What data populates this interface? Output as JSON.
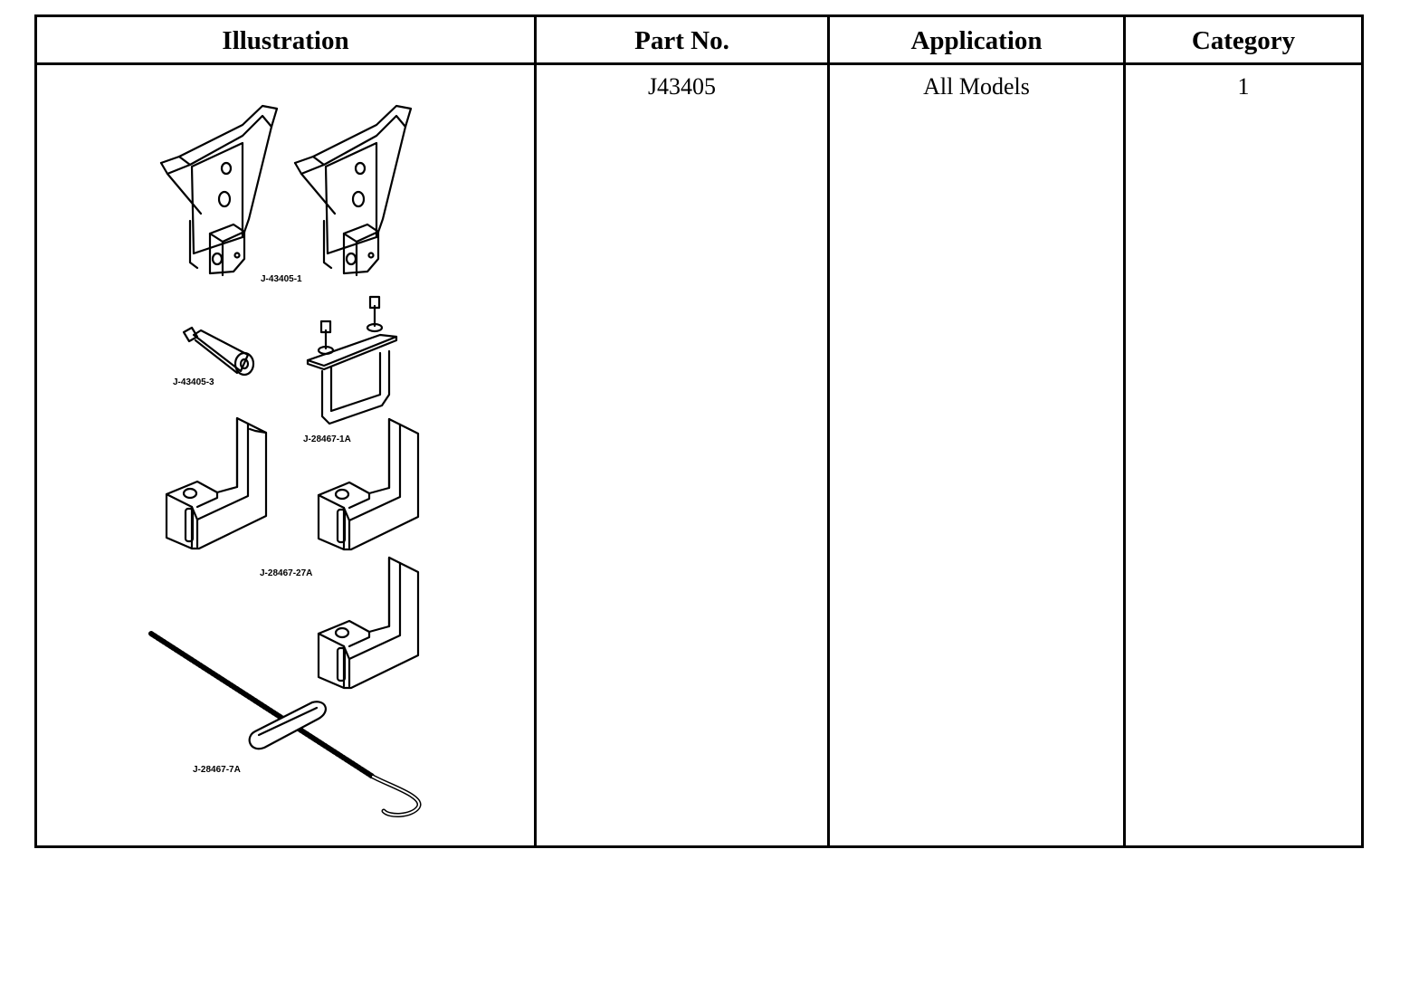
{
  "table": {
    "headers": {
      "illustration": "Illustration",
      "part_no": "Part No.",
      "application": "Application",
      "category": "Category"
    },
    "rows": [
      {
        "part_no": "J43405",
        "application": "All Models",
        "category": "1",
        "illustration_labels": {
          "bracket": "J-43405-1",
          "spacer": "J-43405-3",
          "u_bolt": "J-28467-1A",
          "hooks": "J-28467-27A",
          "rod": "J-28467-7A"
        }
      }
    ]
  }
}
